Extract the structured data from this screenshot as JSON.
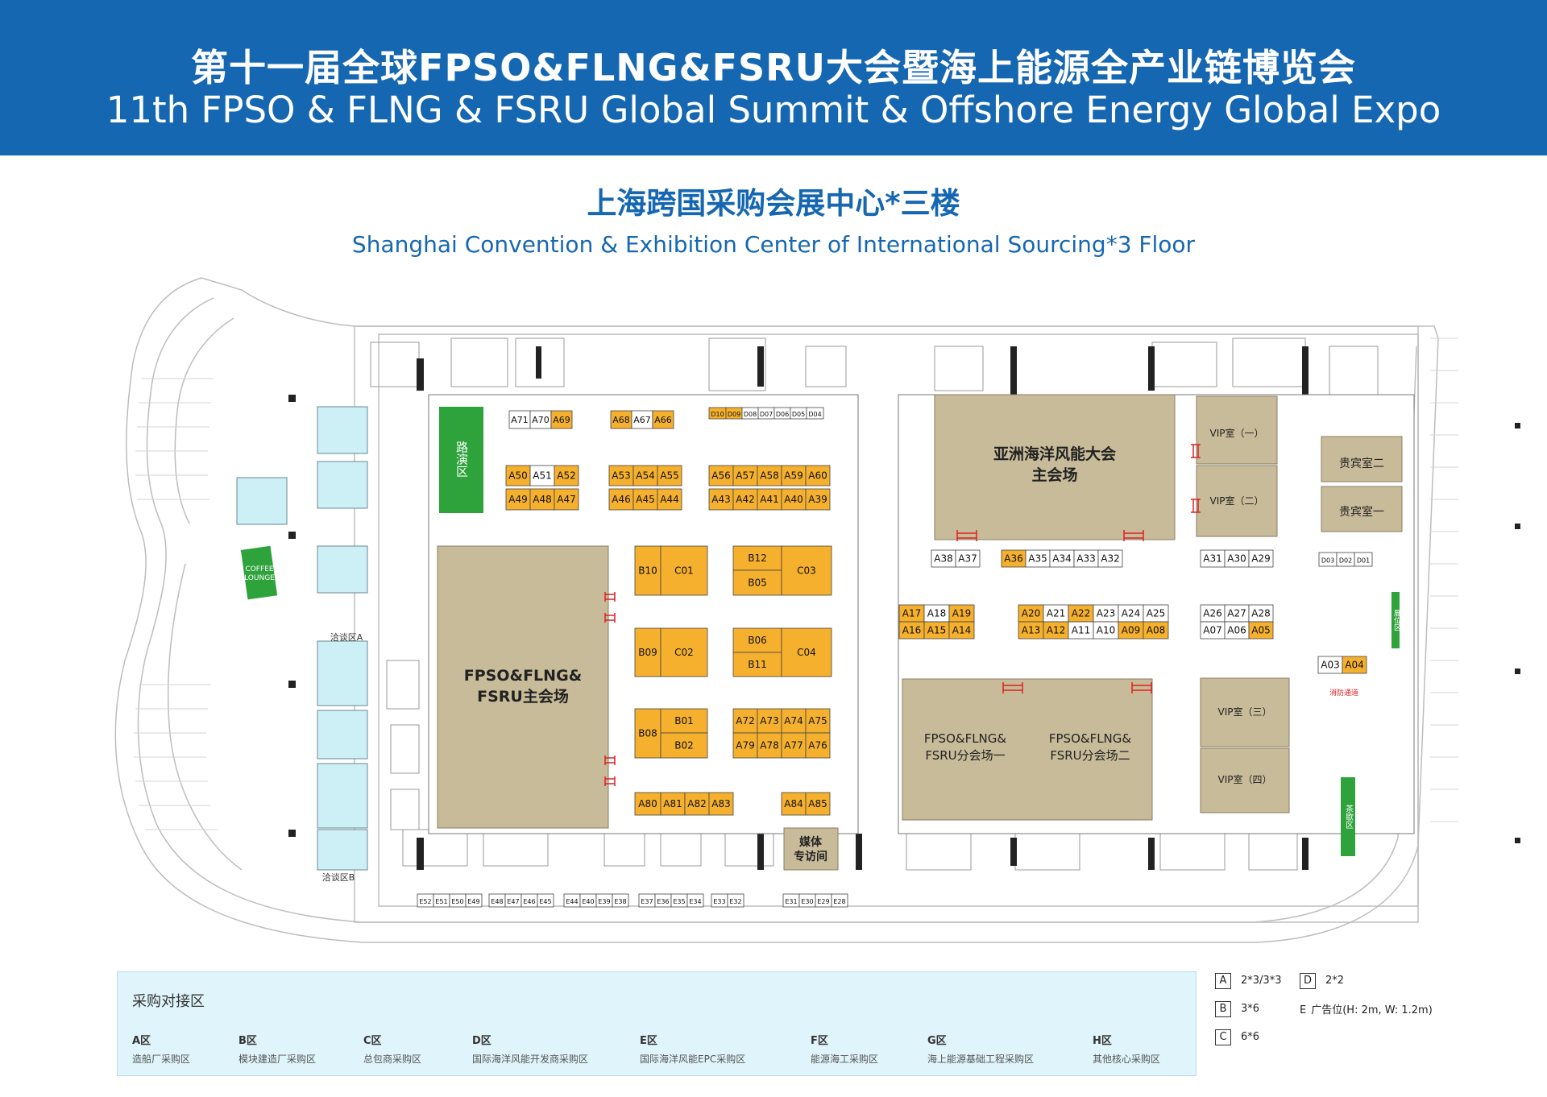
{
  "header": {
    "title_cn": "第十一届全球FPSO&FLNG&FSRU大会暨海上能源全产业链博览会",
    "title_en": "11th FPSO & FLNG & FSRU Global Summit & Offshore Energy Global Expo"
  },
  "venue": {
    "name_cn": "上海跨国采购会展中心*三楼",
    "name_en": "Shanghai Convention & Exhibition Center of International Sourcing*3 Floor"
  },
  "colors": {
    "brand_blue": "#1667b2",
    "booth_orange": "#f5b02e",
    "booth_white": "#ffffff",
    "hall_tan": "#c8bb99",
    "green_area": "#2ea23b",
    "lounge_blue": "#cdeff6",
    "legend_bg": "#dff4fb"
  },
  "areas": {
    "stage": "路演区",
    "main_hall": "FPSO&FLNG&\nFSRU主会场",
    "wind_hall": "亚洲海洋风能大会\n主会场",
    "sub_hall_1": "FPSO&FLNG&\nFSRU分会场一",
    "sub_hall_2": "FPSO&FLNG&\nFSRU分会场二",
    "vip_1": "VIP室（一）",
    "vip_2": "VIP室（二）",
    "vip_3": "VIP室（三）",
    "vip_4": "VIP室（四）",
    "guest_2": "贵宾室二",
    "guest_1": "贵宾室一",
    "media": "媒体\n专访间",
    "nego_a": "洽谈区A",
    "nego_b": "洽谈区B",
    "coffee": "COFFEE\nLOUNGE",
    "exhibit_side": "展位区",
    "green_side": "茶歇区",
    "exit_label": "消防通道"
  },
  "booths": [
    {
      "id": "A71",
      "c": "w"
    },
    {
      "id": "A70",
      "c": "w"
    },
    {
      "id": "A69",
      "c": "o"
    },
    {
      "id": "A68",
      "c": "o"
    },
    {
      "id": "A67",
      "c": "w"
    },
    {
      "id": "A66",
      "c": "o"
    },
    {
      "id": "D10",
      "c": "o"
    },
    {
      "id": "D09",
      "c": "o"
    },
    {
      "id": "D08",
      "c": "w"
    },
    {
      "id": "D07",
      "c": "w"
    },
    {
      "id": "D06",
      "c": "w"
    },
    {
      "id": "D05",
      "c": "w"
    },
    {
      "id": "D04",
      "c": "w"
    },
    {
      "id": "A50",
      "c": "o"
    },
    {
      "id": "A51",
      "c": "w"
    },
    {
      "id": "A52",
      "c": "o"
    },
    {
      "id": "A49",
      "c": "o"
    },
    {
      "id": "A48",
      "c": "o"
    },
    {
      "id": "A47",
      "c": "o"
    },
    {
      "id": "A53",
      "c": "o"
    },
    {
      "id": "A54",
      "c": "o"
    },
    {
      "id": "A55",
      "c": "o"
    },
    {
      "id": "A46",
      "c": "o"
    },
    {
      "id": "A45",
      "c": "o"
    },
    {
      "id": "A44",
      "c": "o"
    },
    {
      "id": "A56",
      "c": "o"
    },
    {
      "id": "A57",
      "c": "o"
    },
    {
      "id": "A58",
      "c": "o"
    },
    {
      "id": "A59",
      "c": "o"
    },
    {
      "id": "A60",
      "c": "o"
    },
    {
      "id": "A43",
      "c": "o"
    },
    {
      "id": "A42",
      "c": "o"
    },
    {
      "id": "A41",
      "c": "o"
    },
    {
      "id": "A40",
      "c": "o"
    },
    {
      "id": "A39",
      "c": "o"
    },
    {
      "id": "B10",
      "c": "o"
    },
    {
      "id": "C01",
      "c": "o"
    },
    {
      "id": "B12",
      "c": "o"
    },
    {
      "id": "B05",
      "c": "o"
    },
    {
      "id": "C03",
      "c": "o"
    },
    {
      "id": "B09",
      "c": "o"
    },
    {
      "id": "C02",
      "c": "o"
    },
    {
      "id": "B06",
      "c": "o"
    },
    {
      "id": "B11",
      "c": "o"
    },
    {
      "id": "C04",
      "c": "o"
    },
    {
      "id": "B08",
      "c": "o"
    },
    {
      "id": "B01",
      "c": "o"
    },
    {
      "id": "B02",
      "c": "o"
    },
    {
      "id": "A72",
      "c": "o"
    },
    {
      "id": "A73",
      "c": "o"
    },
    {
      "id": "A74",
      "c": "o"
    },
    {
      "id": "A75",
      "c": "o"
    },
    {
      "id": "A79",
      "c": "o"
    },
    {
      "id": "A78",
      "c": "o"
    },
    {
      "id": "A77",
      "c": "o"
    },
    {
      "id": "A76",
      "c": "o"
    },
    {
      "id": "A80",
      "c": "o"
    },
    {
      "id": "A81",
      "c": "o"
    },
    {
      "id": "A82",
      "c": "o"
    },
    {
      "id": "A83",
      "c": "o"
    },
    {
      "id": "A84",
      "c": "o"
    },
    {
      "id": "A85",
      "c": "o"
    },
    {
      "id": "A38",
      "c": "w"
    },
    {
      "id": "A37",
      "c": "w"
    },
    {
      "id": "A36",
      "c": "o"
    },
    {
      "id": "A35",
      "c": "w"
    },
    {
      "id": "A34",
      "c": "w"
    },
    {
      "id": "A33",
      "c": "w"
    },
    {
      "id": "A32",
      "c": "w"
    },
    {
      "id": "A31",
      "c": "w"
    },
    {
      "id": "A30",
      "c": "w"
    },
    {
      "id": "A29",
      "c": "w"
    },
    {
      "id": "D03",
      "c": "w"
    },
    {
      "id": "D02",
      "c": "w"
    },
    {
      "id": "D01",
      "c": "w"
    },
    {
      "id": "A17",
      "c": "o"
    },
    {
      "id": "A18",
      "c": "w"
    },
    {
      "id": "A19",
      "c": "o"
    },
    {
      "id": "A16",
      "c": "o"
    },
    {
      "id": "A15",
      "c": "o"
    },
    {
      "id": "A14",
      "c": "o"
    },
    {
      "id": "A20",
      "c": "o"
    },
    {
      "id": "A21",
      "c": "w"
    },
    {
      "id": "A22",
      "c": "o"
    },
    {
      "id": "A23",
      "c": "w"
    },
    {
      "id": "A24",
      "c": "w"
    },
    {
      "id": "A25",
      "c": "w"
    },
    {
      "id": "A13",
      "c": "o"
    },
    {
      "id": "A12",
      "c": "o"
    },
    {
      "id": "A11",
      "c": "w"
    },
    {
      "id": "A10",
      "c": "w"
    },
    {
      "id": "A09",
      "c": "o"
    },
    {
      "id": "A08",
      "c": "o"
    },
    {
      "id": "A26",
      "c": "w"
    },
    {
      "id": "A27",
      "c": "w"
    },
    {
      "id": "A28",
      "c": "w"
    },
    {
      "id": "A07",
      "c": "w"
    },
    {
      "id": "A06",
      "c": "w"
    },
    {
      "id": "A05",
      "c": "o"
    },
    {
      "id": "A03",
      "c": "w"
    },
    {
      "id": "A04",
      "c": "o"
    },
    {
      "id": "E52",
      "c": "w"
    },
    {
      "id": "E51",
      "c": "w"
    },
    {
      "id": "E50",
      "c": "w"
    },
    {
      "id": "E49",
      "c": "w"
    },
    {
      "id": "E48",
      "c": "w"
    },
    {
      "id": "E47",
      "c": "w"
    },
    {
      "id": "E46",
      "c": "w"
    },
    {
      "id": "E45",
      "c": "w"
    },
    {
      "id": "E44",
      "c": "w"
    },
    {
      "id": "E40",
      "c": "w"
    },
    {
      "id": "E39",
      "c": "w"
    },
    {
      "id": "E38",
      "c": "w"
    },
    {
      "id": "E37",
      "c": "w"
    },
    {
      "id": "E36",
      "c": "w"
    },
    {
      "id": "E35",
      "c": "w"
    },
    {
      "id": "E34",
      "c": "w"
    },
    {
      "id": "E33",
      "c": "w"
    },
    {
      "id": "E32",
      "c": "w"
    },
    {
      "id": "E31",
      "c": "w"
    },
    {
      "id": "E30",
      "c": "w"
    },
    {
      "id": "E29",
      "c": "w"
    },
    {
      "id": "E28",
      "c": "w"
    }
  ],
  "legend": {
    "title": "采购对接区",
    "zones": [
      {
        "code": "A区",
        "desc": "造船厂采购区"
      },
      {
        "code": "B区",
        "desc": "模块建造厂采购区"
      },
      {
        "code": "C区",
        "desc": "总包商采购区"
      },
      {
        "code": "D区",
        "desc": "国际海洋风能开发商采购区"
      },
      {
        "code": "E区",
        "desc": "国际海洋风能EPC采购区"
      },
      {
        "code": "F区",
        "desc": "能源海工采购区"
      },
      {
        "code": "G区",
        "desc": "海上能源基础工程采购区"
      },
      {
        "code": "H区",
        "desc": "其他核心采购区"
      }
    ]
  },
  "booth_key": [
    {
      "code": "A",
      "size": "2*3/3*3"
    },
    {
      "code": "B",
      "size": "3*6"
    },
    {
      "code": "C",
      "size": "6*6"
    },
    {
      "code": "D",
      "size": "2*2"
    },
    {
      "code": "E",
      "size": "广告位(H: 2m, W: 1.2m)"
    }
  ]
}
